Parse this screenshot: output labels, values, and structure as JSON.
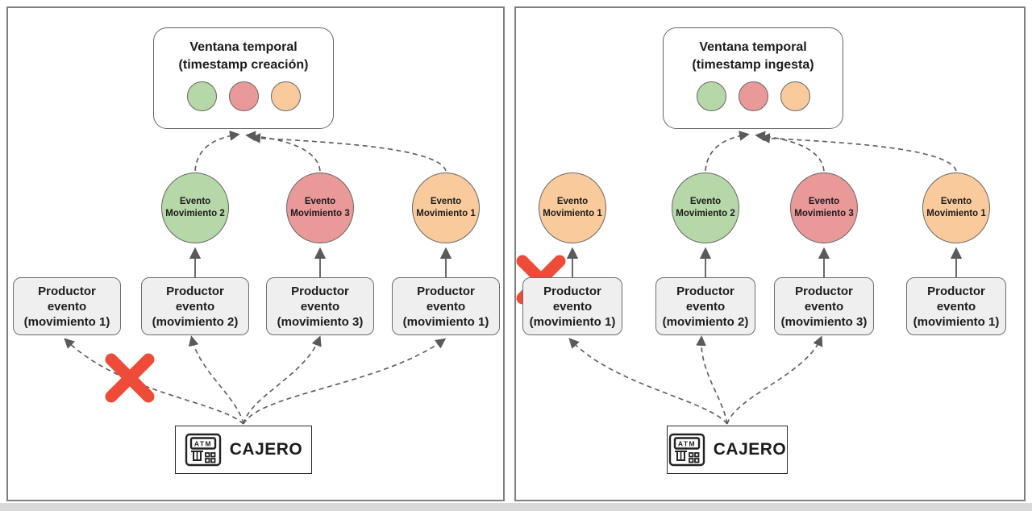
{
  "colors": {
    "event_green": "#b6d7a8",
    "event_red": "#ea9999",
    "event_orange": "#f9cb9c",
    "producer_fill": "#efefef",
    "error_x_red": "#ee4c38",
    "connector_gray": "#5a5a5a"
  },
  "panels": [
    {
      "title": "Ventana temporal",
      "subtitle": "(timestamp creación)",
      "window_dot_colors": [
        "green",
        "red",
        "orange"
      ],
      "events": [
        {
          "l1": "Evento",
          "l2": "Movimiento 2",
          "color": "green"
        },
        {
          "l1": "Evento",
          "l2": "Movimiento 3",
          "color": "red"
        },
        {
          "l1": "Evento",
          "l2": "Movimiento 1",
          "color": "orange"
        }
      ],
      "producers": [
        {
          "l1": "Productor",
          "l2": "evento",
          "l3": "(movimiento 1)"
        },
        {
          "l1": "Productor",
          "l2": "evento",
          "l3": "(movimiento 2)"
        },
        {
          "l1": "Productor",
          "l2": "evento",
          "l3": "(movimiento 3)"
        },
        {
          "l1": "Productor",
          "l2": "evento",
          "l3": "(movimiento 1)"
        }
      ],
      "source_label": "CAJERO",
      "atm_icon_text": "ATM",
      "error_note": "lost-message-between-cajero-and-producer-1"
    },
    {
      "title": "Ventana temporal",
      "subtitle": "(timestamp ingesta)",
      "window_dot_colors": [
        "green",
        "red",
        "orange"
      ],
      "events": [
        {
          "l1": "Evento",
          "l2": "Movimiento 1",
          "color": "orange"
        },
        {
          "l1": "Evento",
          "l2": "Movimiento 2",
          "color": "green"
        },
        {
          "l1": "Evento",
          "l2": "Movimiento 3",
          "color": "red"
        },
        {
          "l1": "Evento",
          "l2": "Movimiento 1",
          "color": "orange"
        }
      ],
      "producers": [
        {
          "l1": "Productor",
          "l2": "evento",
          "l3": "(movimiento 1)"
        },
        {
          "l1": "Productor",
          "l2": "evento",
          "l3": "(movimiento 2)"
        },
        {
          "l1": "Productor",
          "l2": "evento",
          "l3": "(movimiento 3)"
        },
        {
          "l1": "Productor",
          "l2": "evento",
          "l3": "(movimiento 1)"
        }
      ],
      "source_label": "CAJERO",
      "atm_icon_text": "ATM",
      "error_note": "failed-producer-1"
    }
  ]
}
